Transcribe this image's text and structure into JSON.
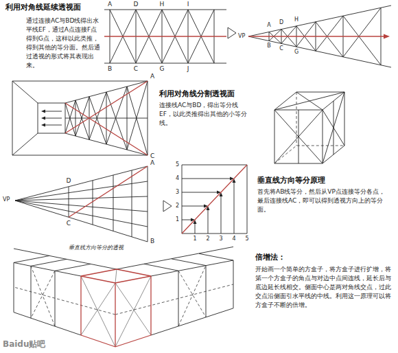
{
  "diagram": {
    "labels": [
      "利用对角线延续透视面",
      "通过连接AC与BD线得出水平线EF，通过A点连接F点得到G点，这样以此类推，得到其他的等分面。然后通过透视的形式将其表现出来。",
      "A",
      "D",
      "H",
      "I",
      "B",
      "C",
      "G",
      "J",
      "VP",
      "A",
      "D",
      "H",
      "B",
      "C",
      "G",
      "利用对角线分割透视面",
      "连接线AC与BD，得出等分线EF，以此类推得出其他的小等分线。",
      "A",
      "C",
      "A",
      "D",
      "VP",
      "C",
      "B",
      "垂直线方向等分的透视",
      "5",
      "4",
      "3",
      "2",
      "1",
      "1",
      "2",
      "3",
      "4",
      "5",
      "垂直线方向等分原理",
      "首先将AB线等分，然后从VP点连接等分各点，最后连接线AC，即可以得到透视方向上的等分面。",
      "倍增法：",
      "开始画一个简单的方盒子，将方盒子进行扩增，将第一个方盒子的角点与对边中点间连线，延长后与底边延长线相交。侧面中心是两对角线交点，过此交点沿侧面引水平线的中线。利用这一原理可以将方盒子不断的倍增。",
      "Baidu贴吧"
    ]
  }
}
